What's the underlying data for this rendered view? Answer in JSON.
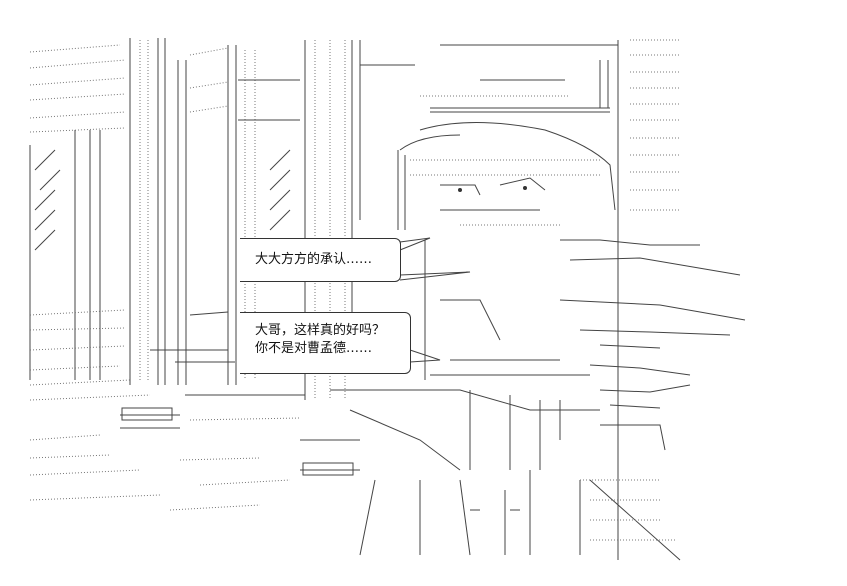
{
  "speech_top": "大大方方的承认……",
  "speech_bottom": {
    "line1": "大哥，这样真的好吗？",
    "line2": "你不是对曹孟德……"
  }
}
